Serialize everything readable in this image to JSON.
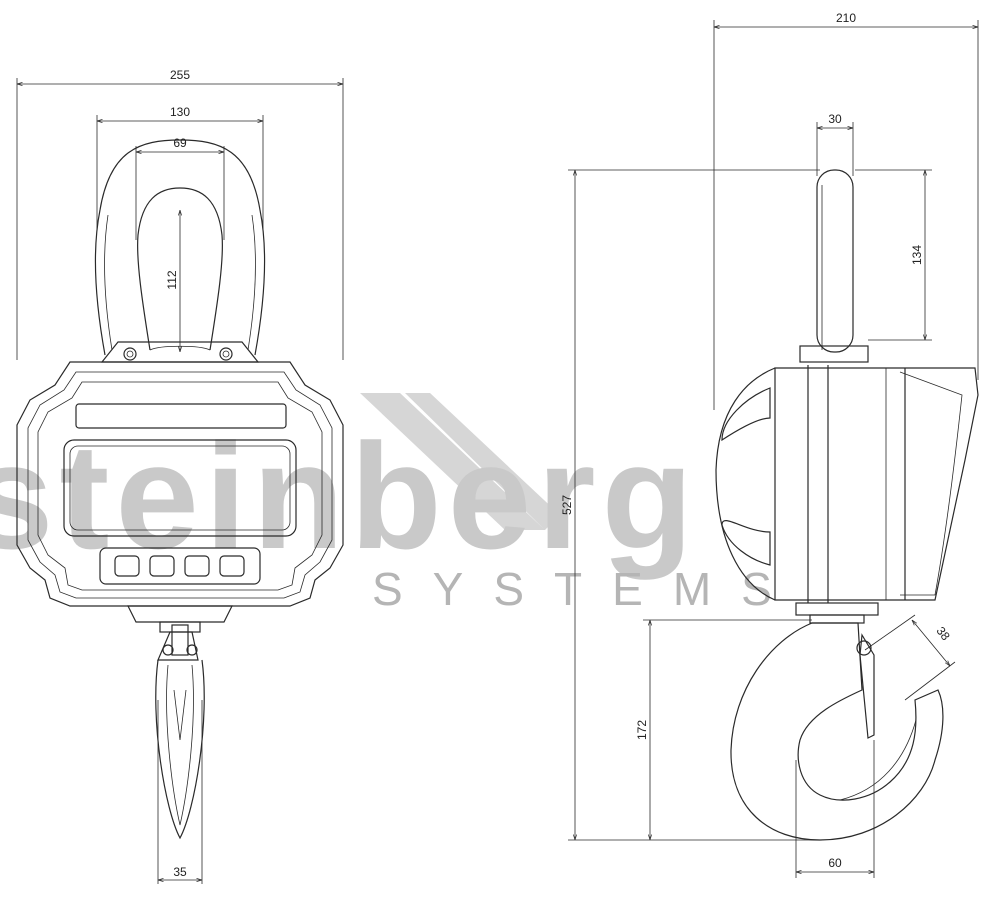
{
  "watermark": {
    "brand": "steinberg",
    "subtitle": "SYSTEMS"
  },
  "front_view": {
    "dimensions": {
      "overall_width": "255",
      "shackle_outer_width": "130",
      "shackle_inner_width": "69",
      "shackle_inner_height": "112",
      "hook_width": "35"
    }
  },
  "side_view": {
    "dimensions": {
      "overall_depth": "210",
      "rod_diameter": "30",
      "rod_length": "134",
      "total_height": "527",
      "hook_height": "172",
      "hook_throat": "38",
      "hook_opening": "60"
    }
  },
  "colors": {
    "line": "#2a2a2a",
    "watermark": "#c9c9c9",
    "background": "#ffffff"
  }
}
